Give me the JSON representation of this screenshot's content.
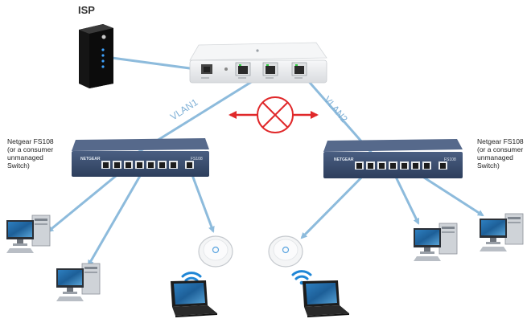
{
  "isp_label": "ISP",
  "vlan_left": "VLAN1",
  "vlan_right": "VLAN2",
  "switch_left_label": [
    "Netgear FS108",
    "(or a consumer",
    "unmanaged",
    "Switch)"
  ],
  "switch_right_label": [
    "Netgear FS108",
    "(or a consumer",
    "unmanaged",
    "Switch)"
  ],
  "switch_brand": "NETGEAR",
  "switch_model": "FS108",
  "colors": {
    "link": "#8dbbdc",
    "block": "#e0282a",
    "switch_body": "#34496b",
    "router_body": "#eceef0"
  }
}
